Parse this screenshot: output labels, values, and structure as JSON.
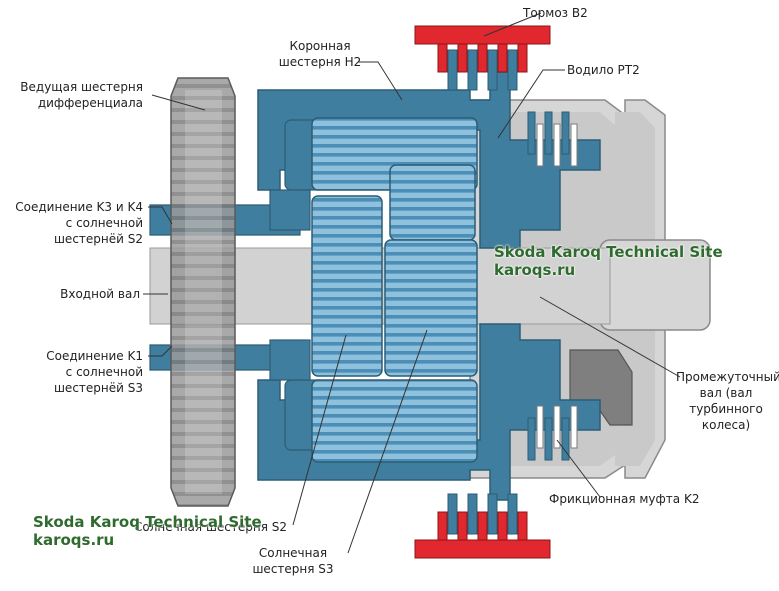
{
  "labels": {
    "brake_b2": "Тормоз B2",
    "ring_gear_h2": "Коронная\nшестерня H2",
    "carrier_pt2": "Водило PT2",
    "diff_drive_gear": "Ведущая шестерня\nдифференциала",
    "k3_k4_connection": "Соединение K3 и K4\nс солнечной\nшестернёй S2",
    "input_shaft": "Входной вал",
    "k1_connection": "Соединение K1\nс солнечной\nшестернёй S3",
    "intermediate_shaft": "Промежуточный\nвал (вал\nтурбинного\nколеса)",
    "clutch_k2": "Фрикционная муфта K2",
    "sun_gear_s2": "Солнечная шестерня S2",
    "sun_gear_s3": "Солнечная\nшестерня S3"
  },
  "watermark": {
    "top": "Skoda Karoq Technical Site\nkaroqs.ru",
    "bottom": "Skoda Karoq Technical Site\nkaroqs.ru"
  },
  "colors": {
    "housing_blue": "#3f7e9e",
    "gear_blue": "#8fc0dc",
    "gear_stripe": "#4b8fb9",
    "brake_red": "#e0282e",
    "grey_housing": "#d4d4d4",
    "diff_gear_grey": "#8c8c8c"
  }
}
